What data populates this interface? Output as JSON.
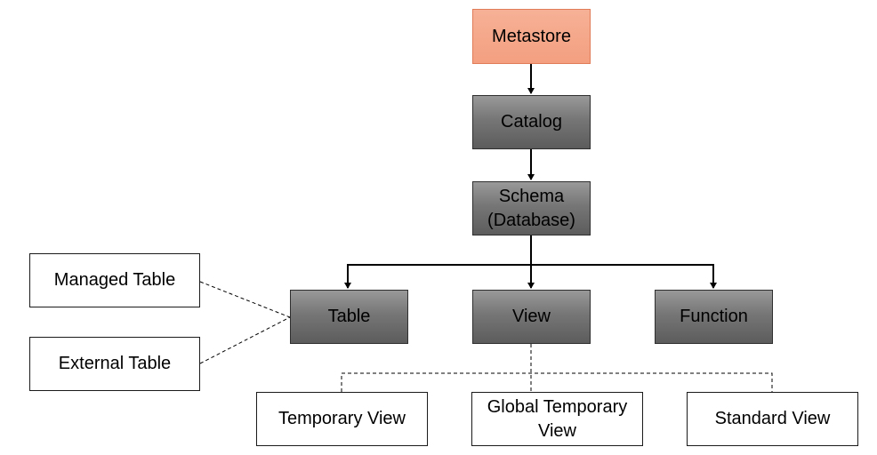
{
  "diagram": {
    "metastore": "Metastore",
    "catalog": "Catalog",
    "schema": "Schema\n(Database)",
    "table": "Table",
    "view": "View",
    "function": "Function",
    "managed_table": "Managed Table",
    "external_table": "External Table",
    "temporary_view": "Temporary View",
    "global_temporary_view": "Global Temporary\nView",
    "standard_view": "Standard View"
  },
  "colors": {
    "metastore_fill": "#f5a98b",
    "metastore_border": "#e07c58",
    "dark_box_fill": "#7f7f7f",
    "dark_box_border": "#2f2f2f",
    "line": "#000000"
  }
}
